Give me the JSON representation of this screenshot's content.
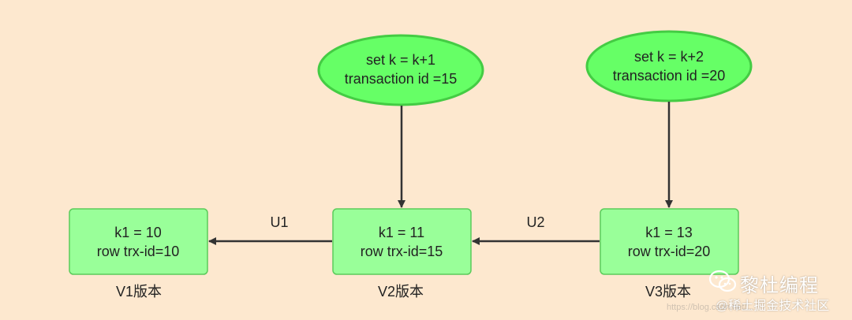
{
  "transactions": [
    {
      "line1": "set k = k+1",
      "line2": "transaction id =15"
    },
    {
      "line1": "set k = k+2",
      "line2": "transaction id =20"
    }
  ],
  "versions": [
    {
      "line1": "k1 = 10",
      "line2": "row trx-id=10",
      "caption": "V1版本"
    },
    {
      "line1": "k1 = 11",
      "line2": "row trx-id=15",
      "caption": "V2版本"
    },
    {
      "line1": "k1 = 13",
      "line2": "row trx-id=20",
      "caption": "V3版本"
    }
  ],
  "edges": [
    {
      "label": "U1"
    },
    {
      "label": "U2"
    }
  ],
  "watermark": {
    "brand": "黎杜编程",
    "site": "@稀土掘金技术社区",
    "faint": "https://blog.csdn.net/..."
  },
  "colors": {
    "background": "#FDE8CF",
    "node_fill": "#99FF99",
    "node_stroke": "#5BCB5B",
    "ellipse_fill": "#66FF66",
    "ellipse_stroke": "#44CC44",
    "arrow": "#333333"
  }
}
